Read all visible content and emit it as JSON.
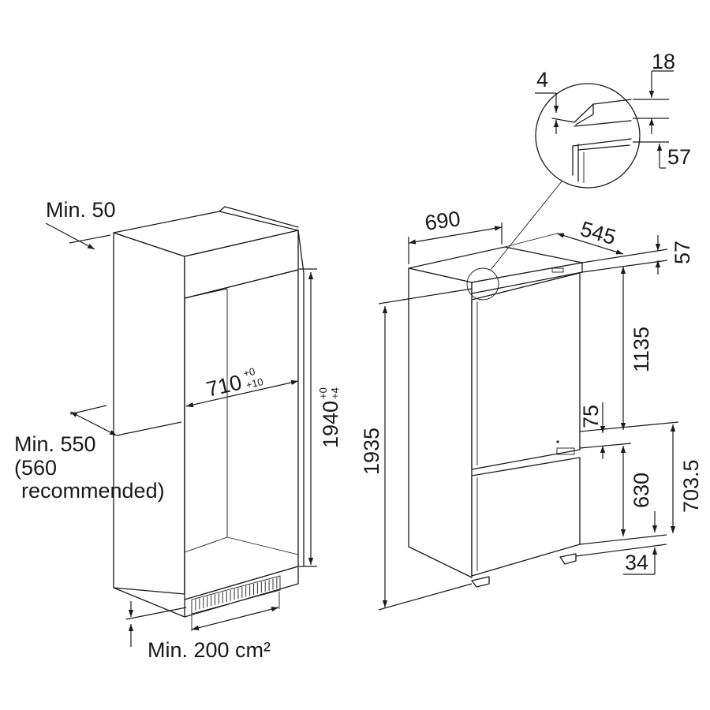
{
  "niche": {
    "min_top_gap_label": "Min. 50",
    "min_depth_label": "Min. 550",
    "recommended_line1": "(560",
    "recommended_line2": "recommended)",
    "width_value": "710",
    "width_tol_plus": "+0",
    "width_tol_minus": "+10",
    "height_value": "1940",
    "height_tol_plus": "+0",
    "height_tol_minus": "+4",
    "vent_area_label": "Min. 200 cm²"
  },
  "appliance": {
    "width": "690",
    "depth": "545",
    "top_offset": "57",
    "total_height": "1935",
    "upper_door_height": "1135",
    "door_gap": "75",
    "lower_door_height": "630",
    "lower_section_height": "703.5",
    "base_offset": "34"
  },
  "detail": {
    "gap": "4",
    "profile_width": "18",
    "profile_height": "57"
  }
}
